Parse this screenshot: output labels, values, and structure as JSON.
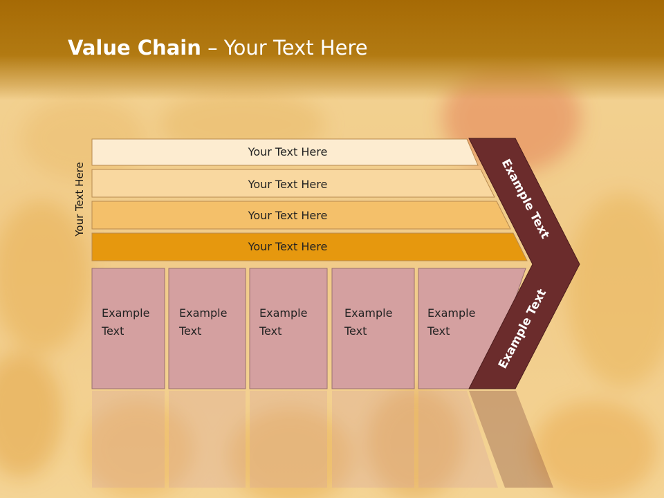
{
  "title": {
    "bold": "Value Chain",
    "rest": " – Your Text Here"
  },
  "side_label": "Your Text Here",
  "rows": [
    {
      "label": "Your Text Here",
      "color": "#fdecd0"
    },
    {
      "label": "Your Text Here",
      "color": "#f9d8a0"
    },
    {
      "label": "Your Text Here",
      "color": "#f4c06a"
    },
    {
      "label": "Your Text Here",
      "color": "#e6980e"
    }
  ],
  "columns": [
    {
      "line1": "Example",
      "line2": "Text"
    },
    {
      "line1": "Example",
      "line2": "Text"
    },
    {
      "line1": "Example",
      "line2": "Text"
    },
    {
      "line1": "Example",
      "line2": "Text"
    },
    {
      "line1": "Example",
      "line2": "Text"
    }
  ],
  "chevron": {
    "upper": "Example Text",
    "lower": "Example Text",
    "color": "#6b2c2c"
  },
  "colors": {
    "column_fill": "#d4a0a0",
    "title_bar": "#a66a05"
  }
}
